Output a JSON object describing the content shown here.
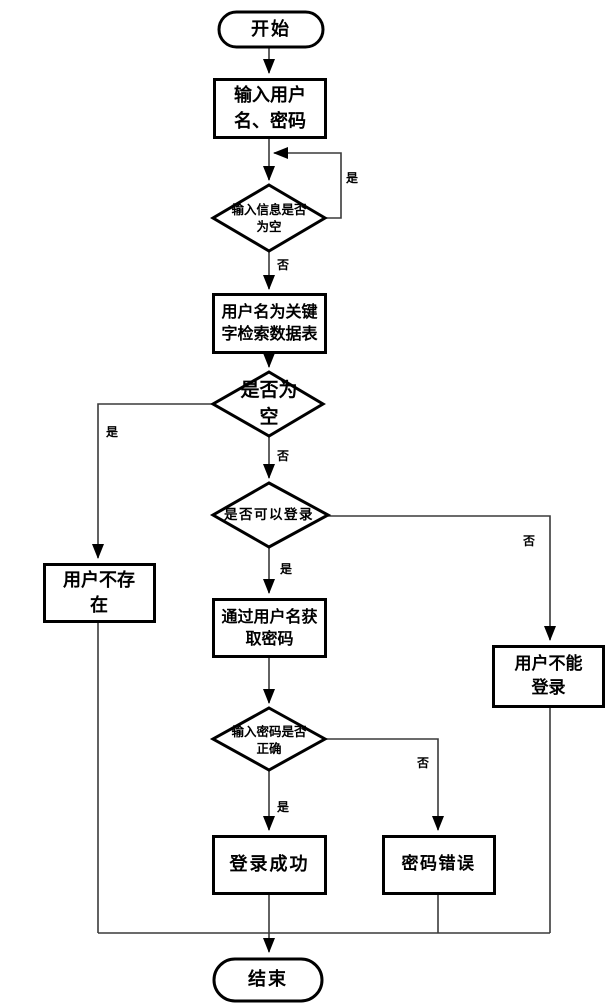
{
  "diagram_type": "flowchart",
  "colors": {
    "background": "#ffffff",
    "shape_border": "#000000",
    "connector": "#3a3a3a",
    "text": "#000000"
  },
  "nodes": {
    "start": {
      "label": "开始",
      "shape": "terminator"
    },
    "input_credentials": {
      "label": "输入用户\n名、密码",
      "shape": "process"
    },
    "check_input_empty": {
      "label": "输入信息是否\n为空",
      "shape": "decision"
    },
    "search_table": {
      "label": "用户名为关键\n字检索数据表",
      "shape": "process"
    },
    "check_result_empty": {
      "label": "是否为\n空",
      "shape": "decision"
    },
    "check_can_login": {
      "label": "是否可以登录",
      "shape": "decision"
    },
    "user_not_exist": {
      "label": "用户不存\n在",
      "shape": "process"
    },
    "get_password": {
      "label": "通过用户名获\n取密码",
      "shape": "process"
    },
    "user_cannot_login": {
      "label": "用户不能\n登录",
      "shape": "process"
    },
    "check_password": {
      "label": "输入密码是否\n正确",
      "shape": "decision"
    },
    "login_success": {
      "label": "登录成功",
      "shape": "process"
    },
    "password_error": {
      "label": "密码错误",
      "shape": "process"
    },
    "end": {
      "label": "结束",
      "shape": "terminator"
    }
  },
  "edge_labels": {
    "input_empty_yes": "是",
    "input_empty_no": "否",
    "result_empty_yes": "是",
    "result_empty_no": "否",
    "can_login_yes": "是",
    "can_login_no": "否",
    "password_correct_yes": "是",
    "password_correct_no": "否"
  }
}
